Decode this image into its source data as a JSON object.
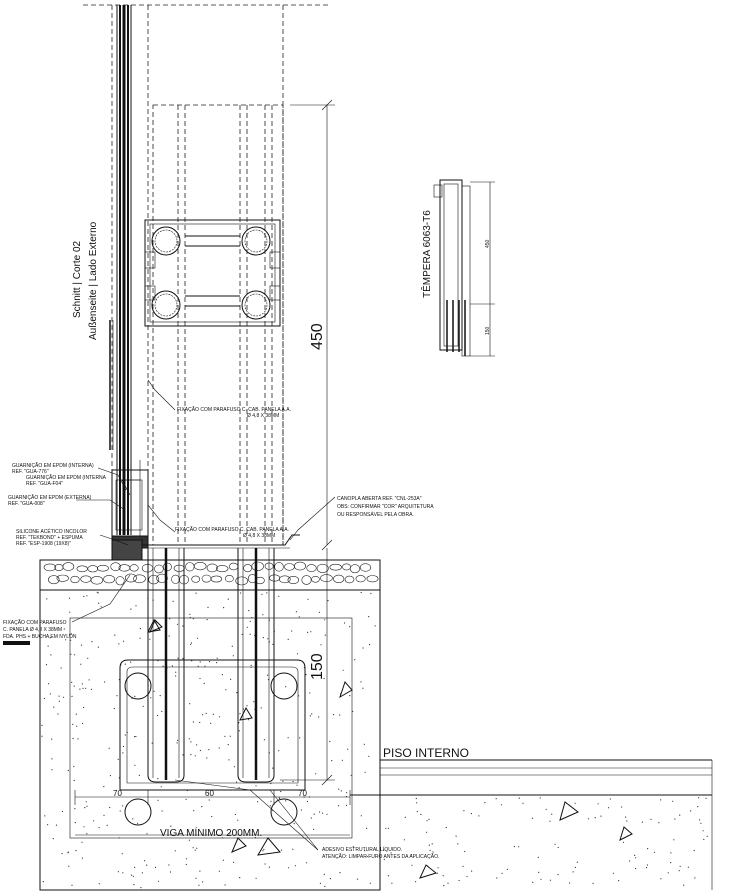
{
  "labels": {
    "section_line1": "Schnitt | Corte 02",
    "section_line2": "Außenseite | Lado Externo",
    "temper": "TÊMPERA 6063-T6",
    "profile_dim_top": "450",
    "profile_dim_bottom": "150",
    "dim_450": "450",
    "dim_150": "150",
    "floor_label": "PISO INTERNO",
    "beam_label": "VIGA MÍNIMO 200MM.",
    "dim_70_left": "70",
    "dim_60": "60",
    "dim_70_right": "70"
  },
  "notes": {
    "fix_screw_upper_1": "FIXAÇÃO COM PARAFUSO C. CAB. PANELA A.A.",
    "fix_screw_upper_2": "Ø 4,8 X 38MM",
    "gasket_int_1": "GUARNIÇÃO EM EPDM (INTERNA)",
    "gasket_int_2": "REF. \"GUA-776\"",
    "gasket_int2_1": "GUARNIÇÃO EM EPDM (INTERNA",
    "gasket_int2_2": "REF. \"GUA-F04\"",
    "gasket_ext_1": "GUARNIÇÃO EM EPDM (EXTERNA)",
    "gasket_ext_2": "REF. \"GUA-008\"",
    "fix_screw_lower_1": "FIXAÇÃO COM PARAFUSO C. CAB. PANELA A.A.",
    "fix_screw_lower_2": "Ø 4,8 X 38MM",
    "silicone_1": "SILICONE ACÉTICO INCOLOR",
    "silicone_2": "REF. \"TEKBOND\" + ESPUMA",
    "silicone_3": "REF. \"ESP-1908 (19X8)\"",
    "canopla_1": "CANOPLA ABERTA REF. \"CNL-253A\"",
    "canopla_2": "OBS: CONFIRMAR \"COR\" ARQUITETURA",
    "canopla_3": "OU RESPONSÁVEL PELA OBRA.",
    "fix_bottom_1": "FIXAÇÃO COM PARAFUSO",
    "fix_bottom_2": "C. PANELA Ø 4,8 X 38MM",
    "fix_bottom_3": "FDA. PHS + BUCHA EM NYLON",
    "adhesive_1": "ADESIVO ESTRUTURAL LÍQUIDO.",
    "adhesive_2": "ATENÇÃO: LIMPAR FURO ANTES DA APLICAÇÃO."
  }
}
